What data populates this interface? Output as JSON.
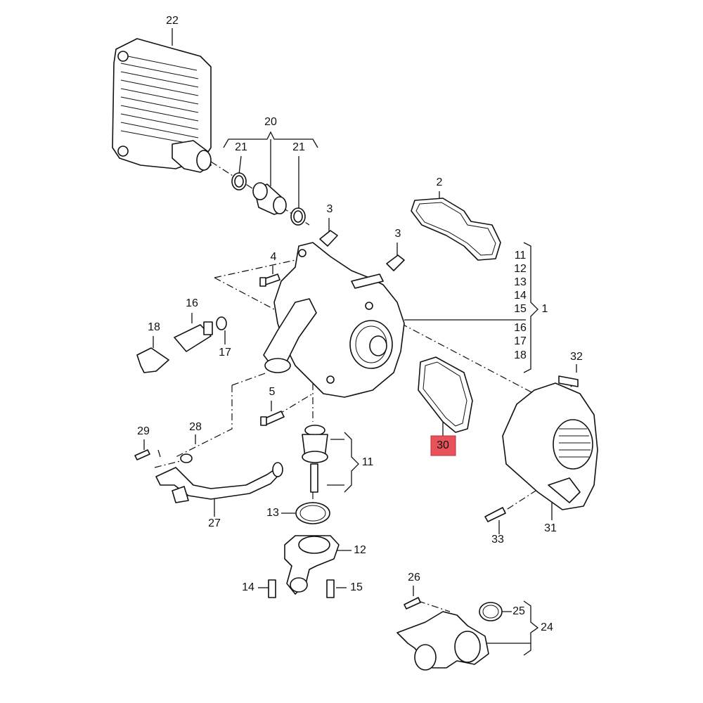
{
  "callouts": {
    "c1": "1",
    "c2": "2",
    "c3a": "3",
    "c3b": "3",
    "c4": "4",
    "c5": "5",
    "c11": "11",
    "c11b": "11",
    "c12": "12",
    "c12b": "12",
    "c13": "13",
    "c13b": "13",
    "c14": "14",
    "c14b": "14",
    "c15": "15",
    "c15b": "15",
    "c16": "16",
    "c16b": "16",
    "c17": "17",
    "c17b": "17",
    "c18": "18",
    "c18b": "18",
    "c20": "20",
    "c21a": "21",
    "c21b": "21",
    "c22": "22",
    "c24": "24",
    "c25": "25",
    "c26": "26",
    "c27": "27",
    "c28": "28",
    "c29": "29",
    "c30": "30",
    "c31": "31",
    "c32": "32",
    "c33": "33"
  },
  "highlight": {
    "label": "30",
    "color": "#e8525a"
  }
}
